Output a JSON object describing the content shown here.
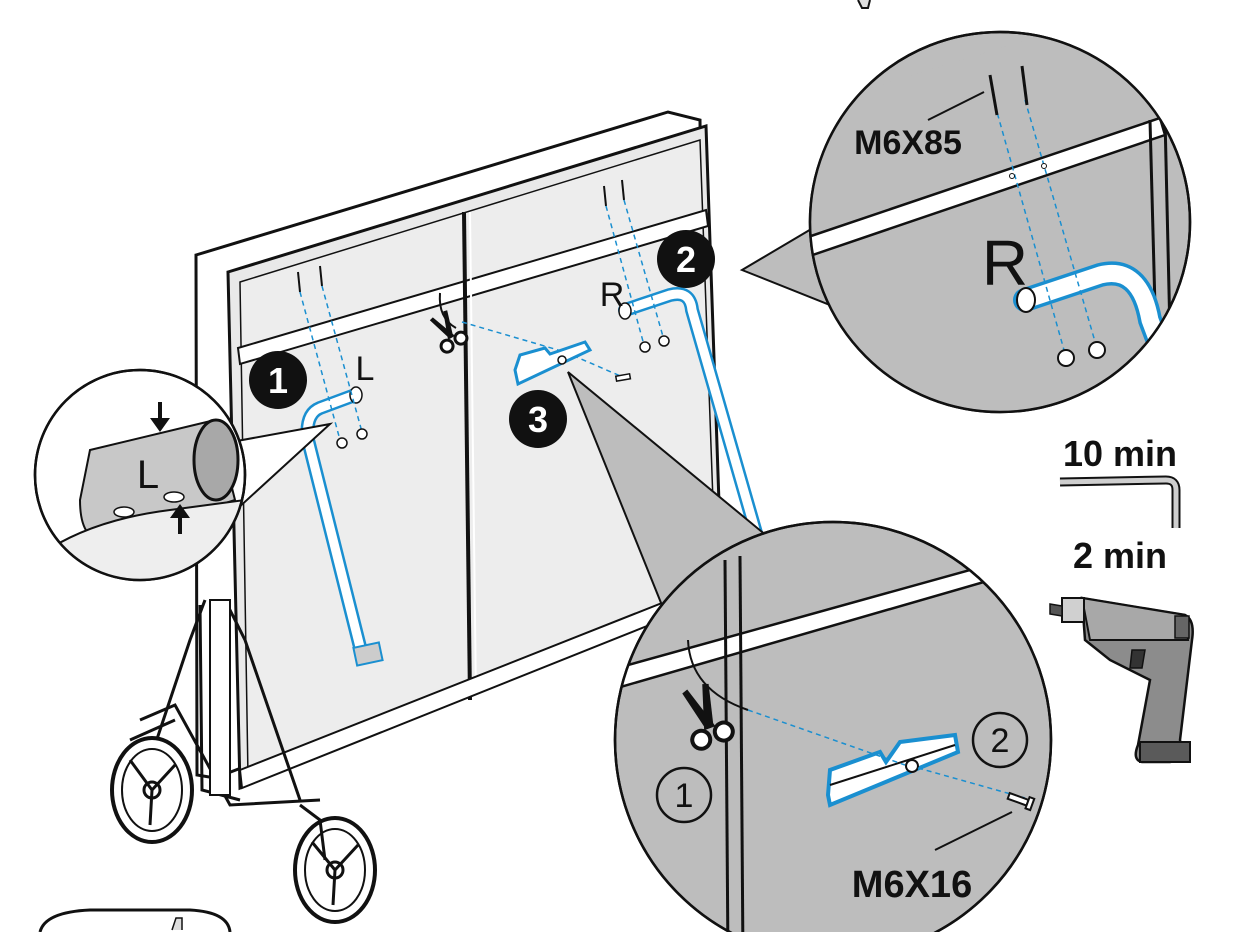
{
  "steps": {
    "step1": "1",
    "step2": "2",
    "step3": "3"
  },
  "side_labels": {
    "left": "L",
    "right": "R"
  },
  "callout_left": {
    "side_label": "L"
  },
  "callout_right": {
    "side_label": "R",
    "bolt_spec": "M6X85"
  },
  "callout_bottom": {
    "substep1": "1",
    "substep2": "2",
    "screw_spec": "M6X16"
  },
  "tools": {
    "hex_key_time": "10 min",
    "drill_time": "2 min"
  },
  "icons": [
    "scissors-icon",
    "hex-key-icon",
    "power-drill-icon",
    "arrow-icon"
  ],
  "colors": {
    "accent": "#1a8fd0",
    "callout_fill": "#bdbdbd",
    "panel_fill": "#e6e6e6",
    "ink": "#111111"
  }
}
